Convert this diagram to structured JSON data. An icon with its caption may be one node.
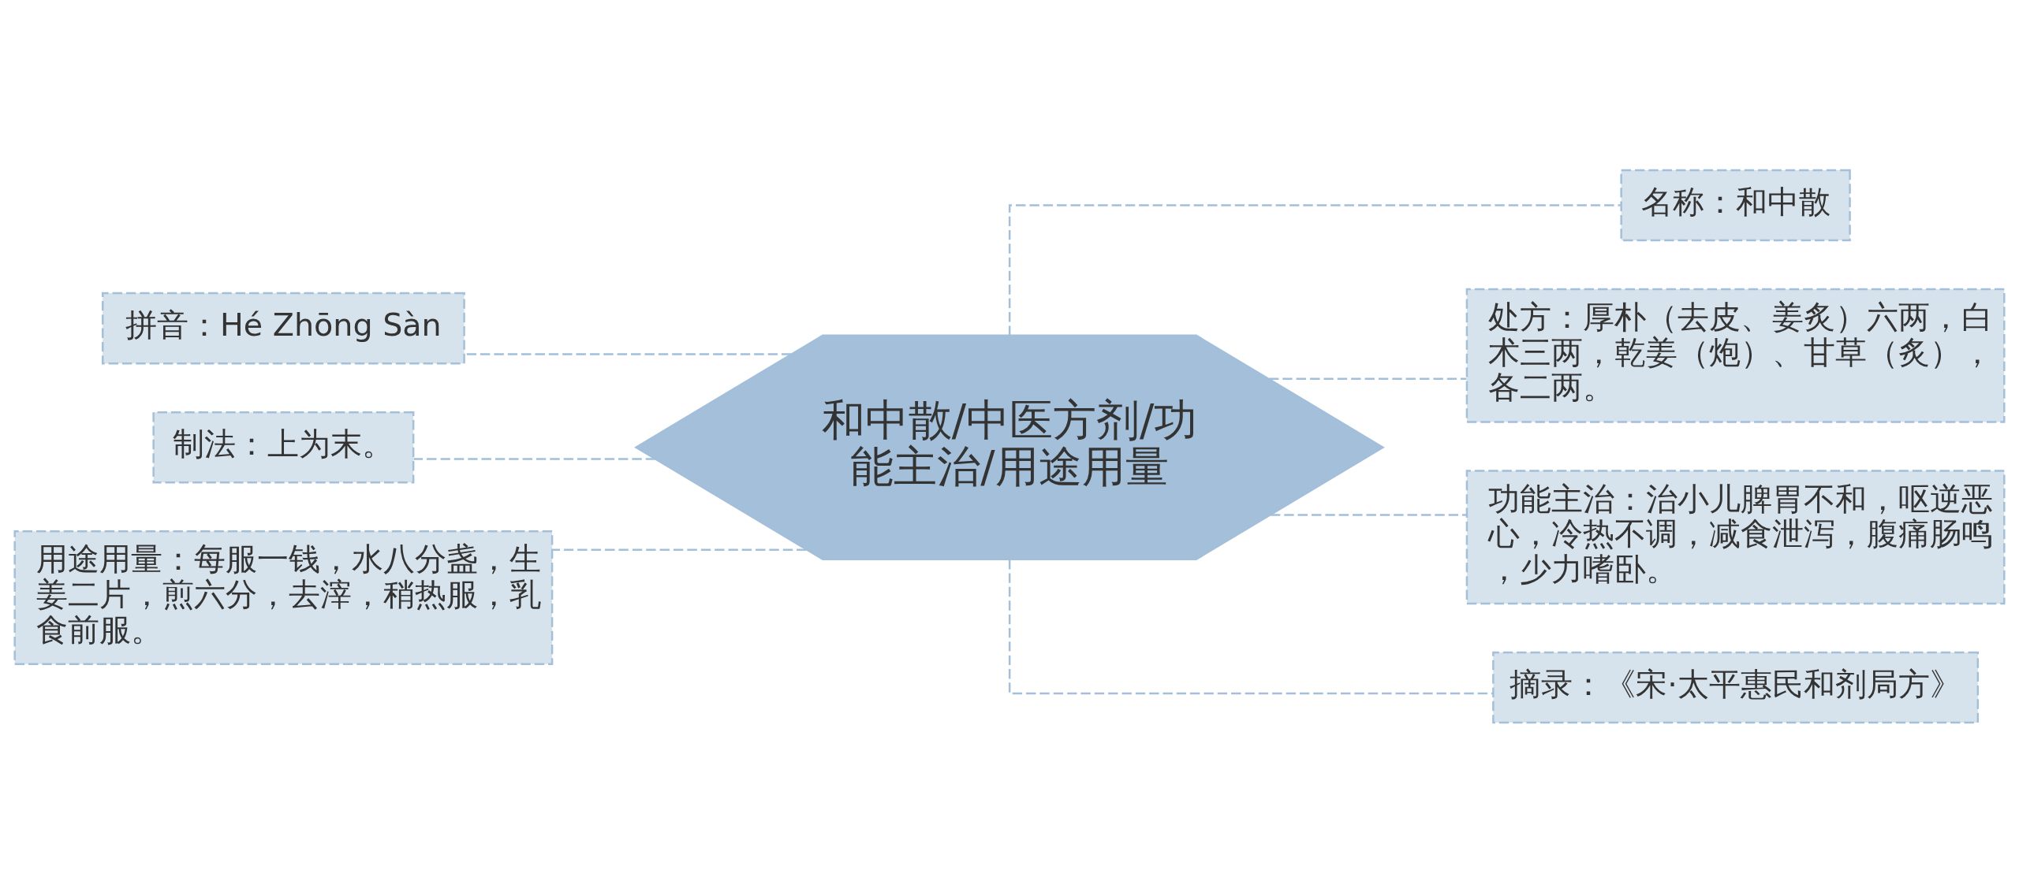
{
  "diagram": {
    "nodes": [
      {
        "text": [
          "和中散/中医方剂/功能主治/用途用量"
        ]
      },
      {
        "text": [
          "拼音：Hé Zhōng Sàn"
        ]
      },
      {
        "text": [
          "制法：上为末。"
        ]
      },
      {
        "text": [
          "用途用量：每服一钱，水八分盏，生姜二片，煎六分，去滓，稍热服，乳食前服。"
        ]
      },
      {
        "text": [
          "名称：和中散"
        ]
      },
      {
        "text": [
          "处方：厚朴（去皮、姜炙）六两，白术三两，乾姜（炮）、甘草（炙），各二两。"
        ]
      },
      {
        "text": [
          "功能主治：治小儿脾胃不和，呕逆恶心，冷热不调，减食泄泻，腹痛肠鸣，少力嗜卧。"
        ]
      },
      {
        "text": [
          "摘录：《宋·太平惠民和剂局方》"
        ]
      }
    ],
    "edges": [
      {
        "from": 0,
        "to": 1,
        "arrow": "none"
      },
      {
        "from": 0,
        "to": 2,
        "arrow": "none"
      },
      {
        "from": 0,
        "to": 3,
        "arrow": "none"
      },
      {
        "from": 0,
        "to": 4,
        "arrow": "none"
      },
      {
        "from": 0,
        "to": 5,
        "arrow": "none"
      },
      {
        "from": 0,
        "to": 6,
        "arrow": "none"
      },
      {
        "from": 0,
        "to": 7,
        "arrow": "none"
      }
    ]
  }
}
